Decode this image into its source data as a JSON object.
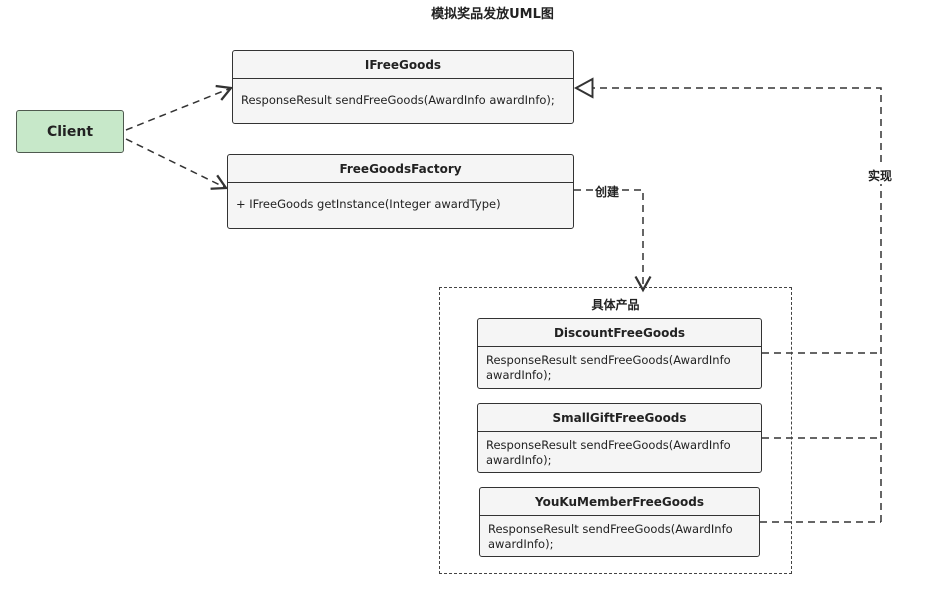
{
  "title": "模拟奖品发放UML图",
  "client": {
    "label": "Client"
  },
  "ifree_goods": {
    "name": "IFreeGoods",
    "method": "ResponseResult sendFreeGoods(AwardInfo awardInfo);"
  },
  "factory": {
    "name": "FreeGoodsFactory",
    "method": "+ IFreeGoods getInstance(Integer awardType)"
  },
  "package": {
    "label": "具体产品"
  },
  "products": [
    {
      "name": "DiscountFreeGoods",
      "method_line1": "ResponseResult sendFreeGoods(AwardInfo",
      "method_line2": "awardInfo);"
    },
    {
      "name": "SmallGiftFreeGoods",
      "method_line1": "ResponseResult sendFreeGoods(AwardInfo",
      "method_line2": "awardInfo);"
    },
    {
      "name": "YouKuMemberFreeGoods",
      "method_line1": "ResponseResult sendFreeGoods(AwardInfo",
      "method_line2": "awardInfo);"
    }
  ],
  "edges": {
    "create_label": "创建",
    "implement_label": "实现"
  },
  "colors": {
    "client_fill": "#c7e8c9",
    "class_fill": "#f5f5f5",
    "stroke": "#333333"
  }
}
